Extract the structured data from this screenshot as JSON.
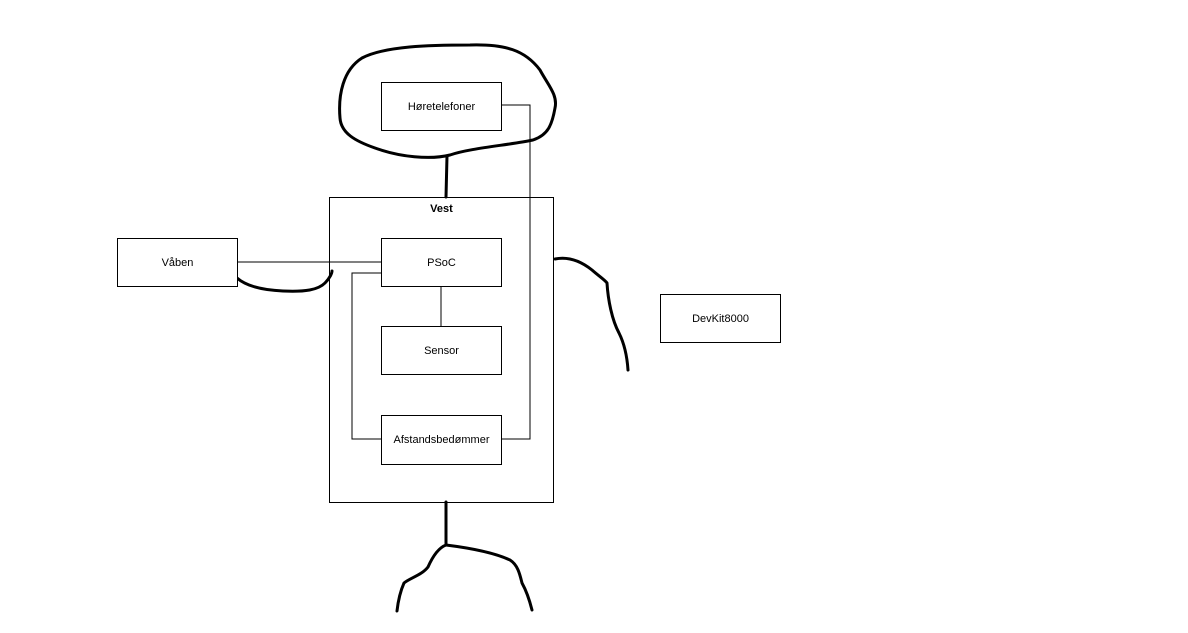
{
  "diagram": {
    "container": {
      "title": "Vest"
    },
    "blocks": {
      "headphones": "Høretelefoner",
      "weapon": "Våben",
      "psoc": "PSoC",
      "sensor": "Sensor",
      "rangefinder": "Afstandsbedømmer",
      "devkit": "DevKit8000"
    }
  }
}
